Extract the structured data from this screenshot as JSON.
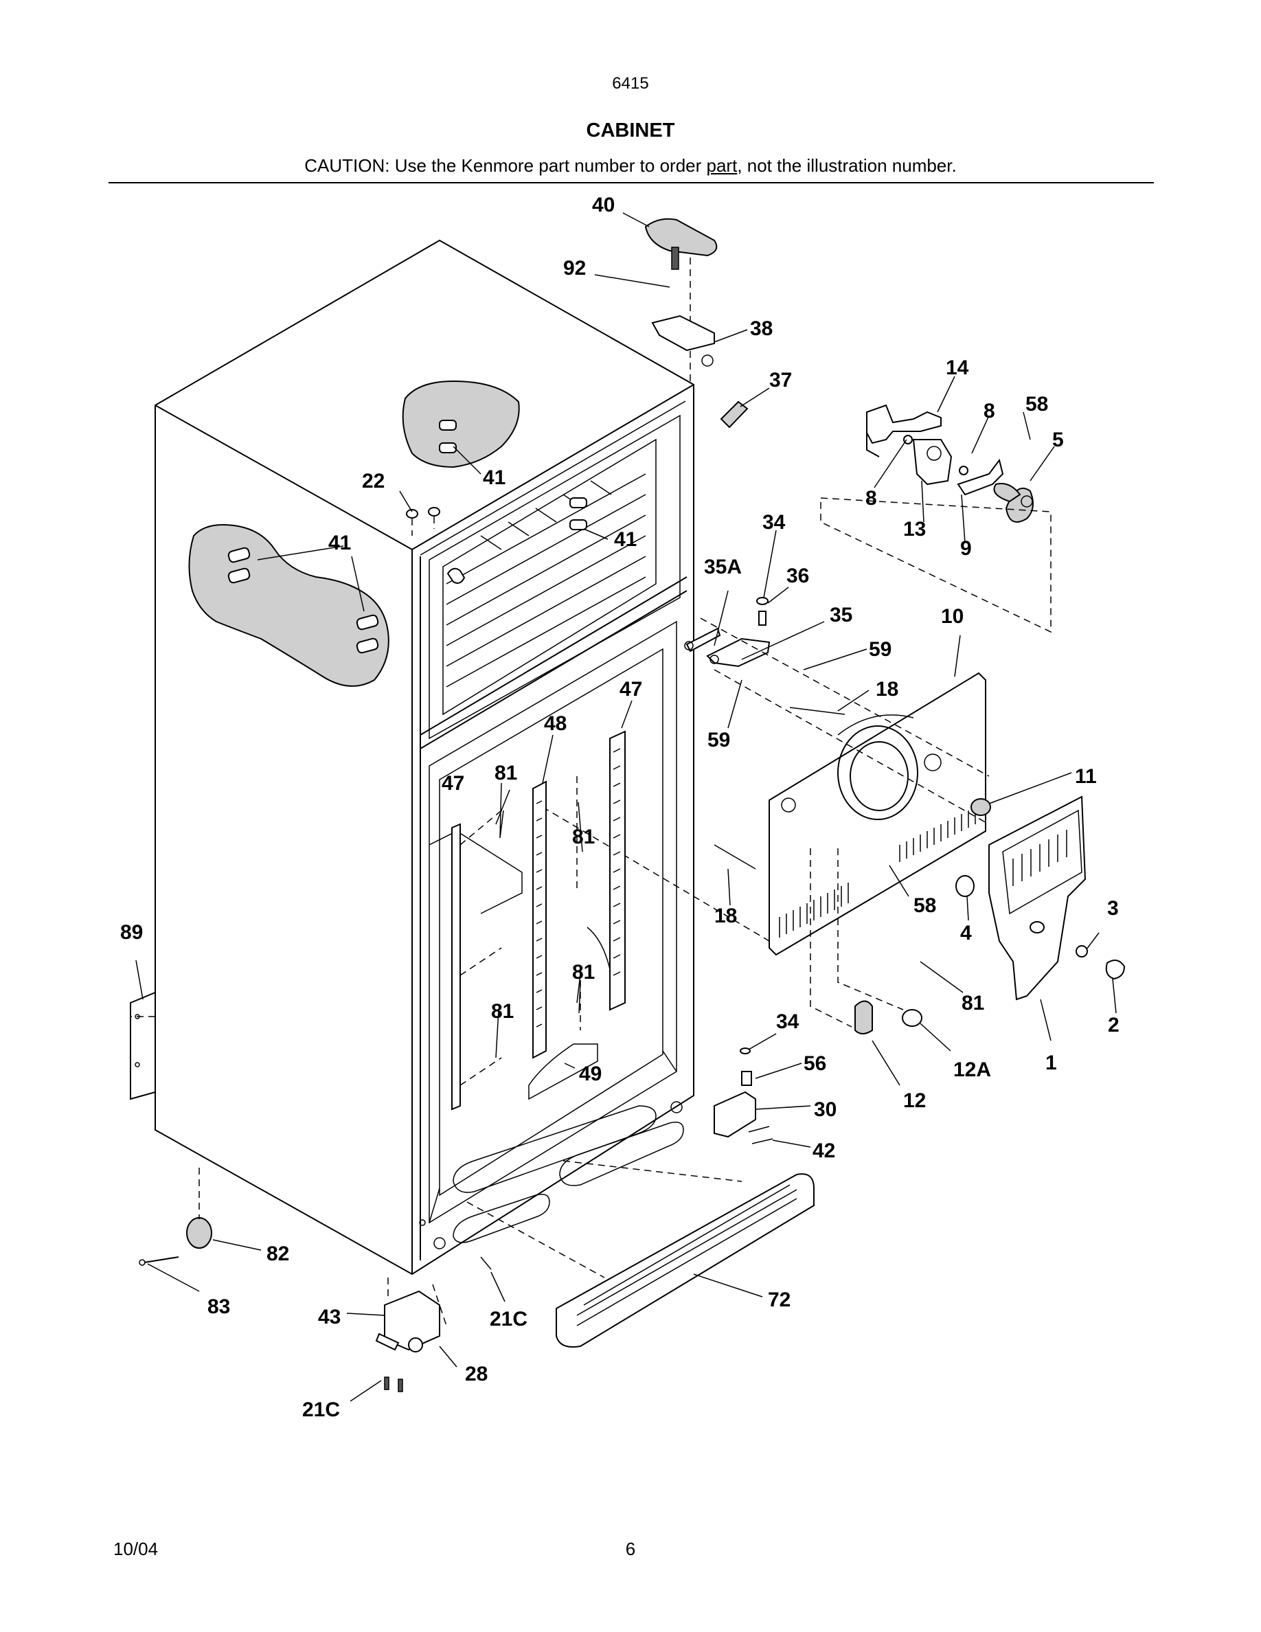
{
  "header": {
    "page_code": "6415",
    "title": "CABINET",
    "caution_prefix": "CAUTION: Use the Kenmore part number to order ",
    "caution_underlined": "part",
    "caution_suffix": ", not the illustration number."
  },
  "footer": {
    "date": "10/04",
    "page_number": "6"
  },
  "callouts": {
    "c40": "40",
    "c92": "92",
    "c38": "38",
    "c37": "37",
    "c14": "14",
    "c8a": "8",
    "c58a": "58",
    "c5": "5",
    "c8b": "8",
    "c13": "13",
    "c9": "9",
    "c22": "22",
    "c41a": "41",
    "c41b": "41",
    "c41c": "41",
    "c34a": "34",
    "c35A": "35A",
    "c36": "36",
    "c35": "35",
    "c10": "10",
    "c59a": "59",
    "c18a": "18",
    "c59b": "59",
    "c47a": "47",
    "c48": "48",
    "c81a": "81",
    "c47b": "47",
    "c81b": "81",
    "c11": "11",
    "c58b": "58",
    "c4": "4",
    "c3": "3",
    "c18b": "18",
    "c89": "89",
    "c81c": "81",
    "c81d": "81",
    "c81e": "81",
    "c2": "2",
    "c34b": "34",
    "c49": "49",
    "c56": "56",
    "c12A": "12A",
    "c1": "1",
    "c12": "12",
    "c30": "30",
    "c42": "42",
    "c82": "82",
    "c72": "72",
    "c83": "83",
    "c43": "43",
    "c21Ca": "21C",
    "c28": "28",
    "c21Cb": "21C"
  }
}
